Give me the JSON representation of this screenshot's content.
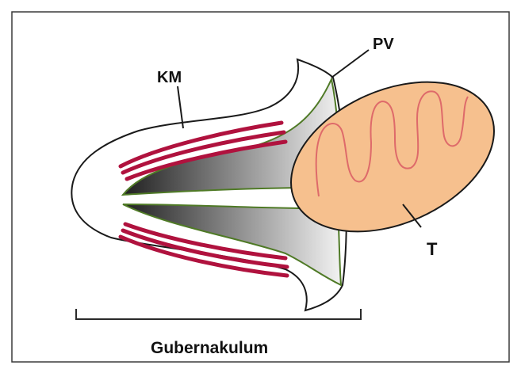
{
  "figure": {
    "labels": {
      "km": "KM",
      "pv": "PV",
      "t": "T",
      "gubernaculum": "Gubernakulum"
    },
    "colors": {
      "frame": "#3a3a3a",
      "outline": "#1a1a1a",
      "sheath_outline": "#4f7a26",
      "muscle": "#b0123e",
      "testis_fill": "#f6c08e",
      "testis_outline": "#1a1a1a",
      "tubule": "#de6a6a",
      "gradient_dark": "#1c1c1c",
      "gradient_light": "#f2f2f2"
    },
    "icons": {
      "structure": "gubernaculum-drawing",
      "organ": "testis-oval"
    }
  }
}
